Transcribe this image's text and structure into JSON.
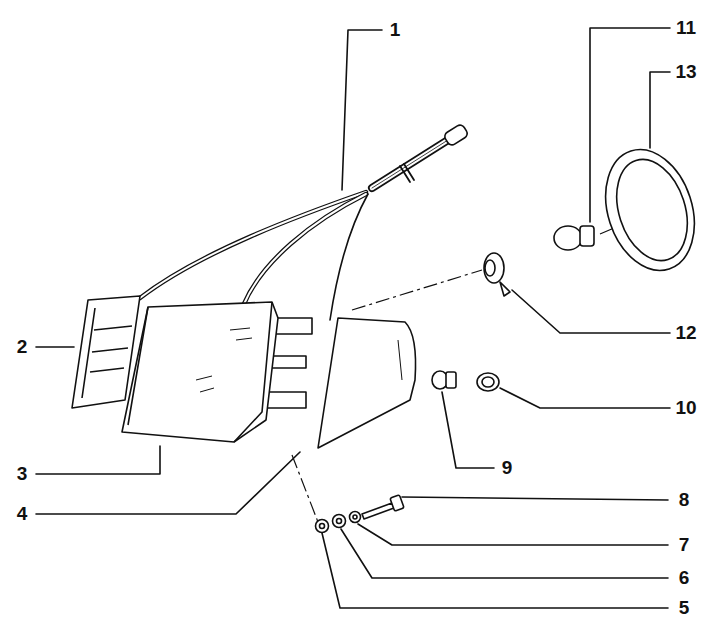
{
  "diagram": {
    "labels": [
      "1",
      "11",
      "13",
      "2",
      "12",
      "10",
      "3",
      "9",
      "4",
      "8",
      "7",
      "6",
      "5"
    ]
  }
}
